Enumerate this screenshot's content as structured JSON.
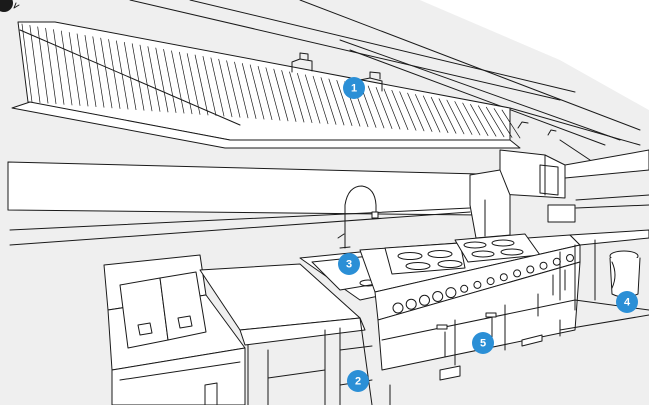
{
  "colors": {
    "line": "#1a1a1a",
    "background_shade": "#efefef",
    "marker_fill": "#2b8fd6",
    "marker_text": "#ffffff"
  },
  "icons": {
    "corner_badge": "filled-circle"
  },
  "markers": [
    {
      "id": "hood",
      "label": "1"
    },
    {
      "id": "counter-base",
      "label": "2"
    },
    {
      "id": "sink",
      "label": "3"
    },
    {
      "id": "bin",
      "label": "4"
    },
    {
      "id": "cooking-range",
      "label": "5"
    }
  ]
}
